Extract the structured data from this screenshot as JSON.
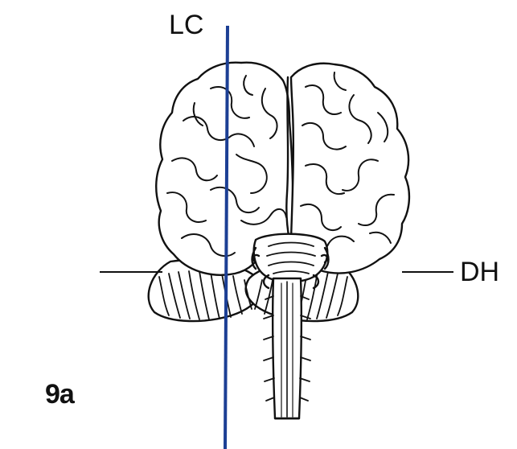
{
  "figure_label": "9a",
  "labels": {
    "vertical_plane": "LC",
    "horizontal_plane": "DH"
  },
  "colors": {
    "vertical_plane_line": "#1c3f94",
    "horizontal_plane_line": "#111111",
    "drawing_stroke": "#111111"
  }
}
